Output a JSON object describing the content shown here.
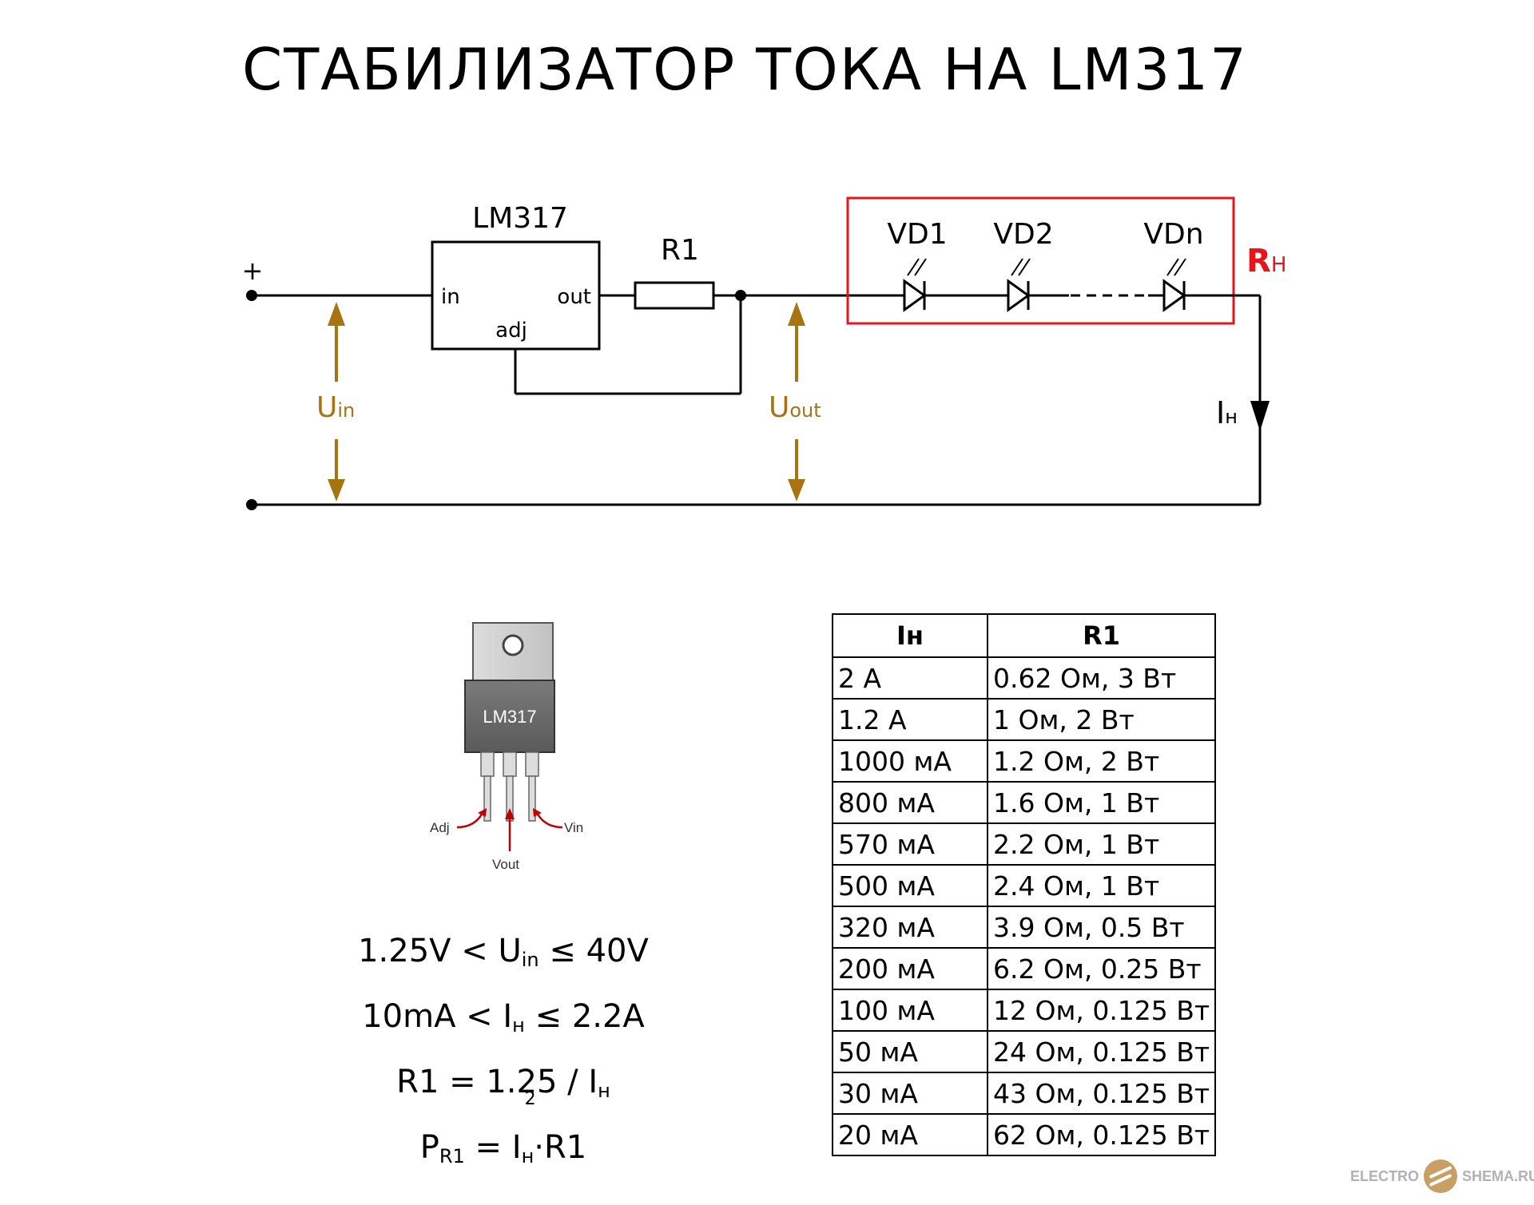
{
  "title": "СТАБИЛИЗАТОР ТОКА НА LM317",
  "schematic": {
    "ic_label": "LM317",
    "pin_in": "in",
    "pin_out": "out",
    "pin_adj": "adj",
    "resistor_label": "R1",
    "plus_label": "+",
    "uin_main": "U",
    "uin_sub": "in",
    "uout_main": "U",
    "uout_sub": "out",
    "vd1": "VD1",
    "vd2": "VD2",
    "vdn": "VDn",
    "rn_main": "R",
    "rn_sub": "Н",
    "in_main": "I",
    "in_sub": "н",
    "colors": {
      "wire": "#000000",
      "voltage_arrow": "#a87311",
      "load_box": "#e8141c"
    }
  },
  "package": {
    "label": "LM317",
    "pin_adj": "Adj",
    "pin_vout": "Vout",
    "pin_vin": "Vin",
    "arrow_color": "#c00000"
  },
  "formulas": {
    "f1_a": "1.25V < U",
    "f1_sub": "in",
    "f1_b": " ≤ 40V",
    "f2_a": "10mA < I",
    "f2_sub": "н",
    "f2_b": " ≤ 2.2A",
    "f3_a": "R1 = 1.25 / I",
    "f3_sub": "н",
    "f4_p": "P",
    "f4_psub": "R1",
    "f4_eq": " = I",
    "f4_sup": "2",
    "f4_isub": "н",
    "f4_tail": "·R1"
  },
  "table": {
    "headers": [
      "Iн",
      "R1"
    ],
    "rows": [
      [
        "2 A",
        "0.62 Ом, 3 Вт"
      ],
      [
        "1.2 A",
        "1 Ом, 2 Вт"
      ],
      [
        "1000 мА",
        "1.2 Ом, 2 Вт"
      ],
      [
        "800 мА",
        "1.6 Ом, 1 Вт"
      ],
      [
        "570 мА",
        "2.2 Ом, 1 Вт"
      ],
      [
        "500 мА",
        "2.4 Ом, 1 Вт"
      ],
      [
        "320 мА",
        "3.9 Ом, 0.5 Вт"
      ],
      [
        "200 мА",
        "6.2 Ом, 0.25 Вт"
      ],
      [
        "100 мА",
        "12 Ом, 0.125 Вт"
      ],
      [
        "50 мА",
        "24 Ом, 0.125 Вт"
      ],
      [
        "30 мА",
        "43 Ом, 0.125 Вт"
      ],
      [
        "20 мА",
        "62 Ом, 0.125 Вт"
      ]
    ]
  },
  "logo": {
    "left": "ELECTRO",
    "right": "SHEMA.RU"
  }
}
